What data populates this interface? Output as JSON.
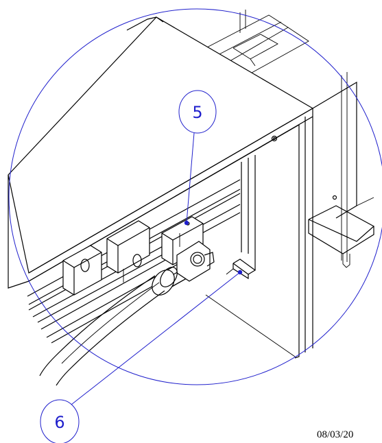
{
  "colors": {
    "callout": "#1f1fcc",
    "ink": "#000000",
    "background": "#ffffff"
  },
  "callouts": [
    {
      "label": "5"
    },
    {
      "label": "6"
    }
  ],
  "date": "08/03/20"
}
